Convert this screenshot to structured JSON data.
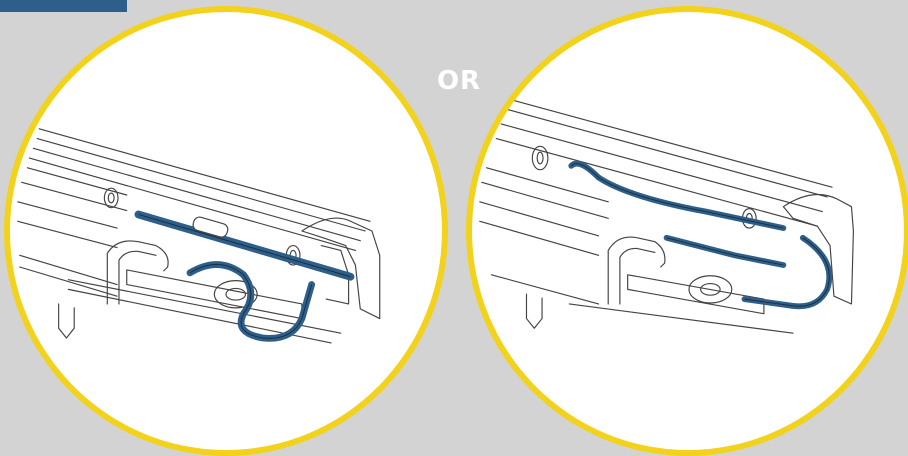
{
  "separator": {
    "label": "OR"
  },
  "colors": {
    "background": "#d3d3d3",
    "ring": "#f2d21b",
    "cable": "#2e5f8a",
    "line": "#444444",
    "tab": "#2e5f8a"
  },
  "figures": [
    {
      "name": "cable-routing-option-a"
    },
    {
      "name": "cable-routing-option-b"
    }
  ]
}
